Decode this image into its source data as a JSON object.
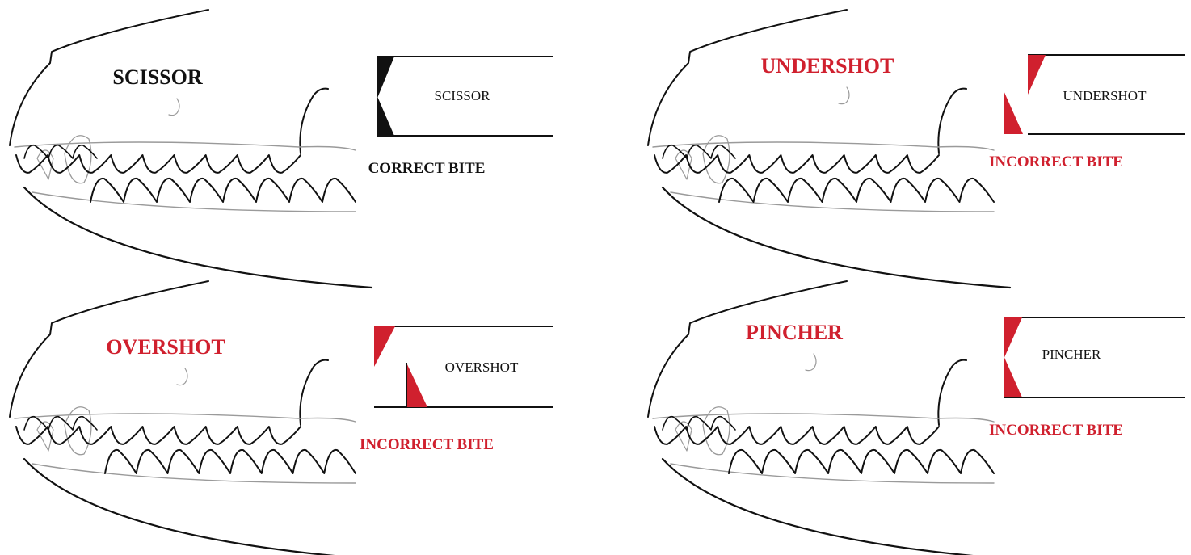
{
  "colors": {
    "correct": "#111111",
    "incorrect": "#d0202e",
    "line": "#111111",
    "gum": "#9a9a9a"
  },
  "panels": [
    {
      "id": "scissor",
      "title": "SCISSOR",
      "box_label": "SCISSOR",
      "bite_label": "CORRECT BITE",
      "correct": true
    },
    {
      "id": "undershot",
      "title": "UNDERSHOT",
      "box_label": "UNDERSHOT",
      "bite_label": "INCORRECT BITE",
      "correct": false
    },
    {
      "id": "overshot",
      "title": "OVERSHOT",
      "box_label": "OVERSHOT",
      "bite_label": "INCORRECT BITE",
      "correct": false
    },
    {
      "id": "pincher",
      "title": "PINCHER",
      "box_label": "PINCHER",
      "bite_label": "INCORRECT BITE",
      "correct": false
    }
  ]
}
